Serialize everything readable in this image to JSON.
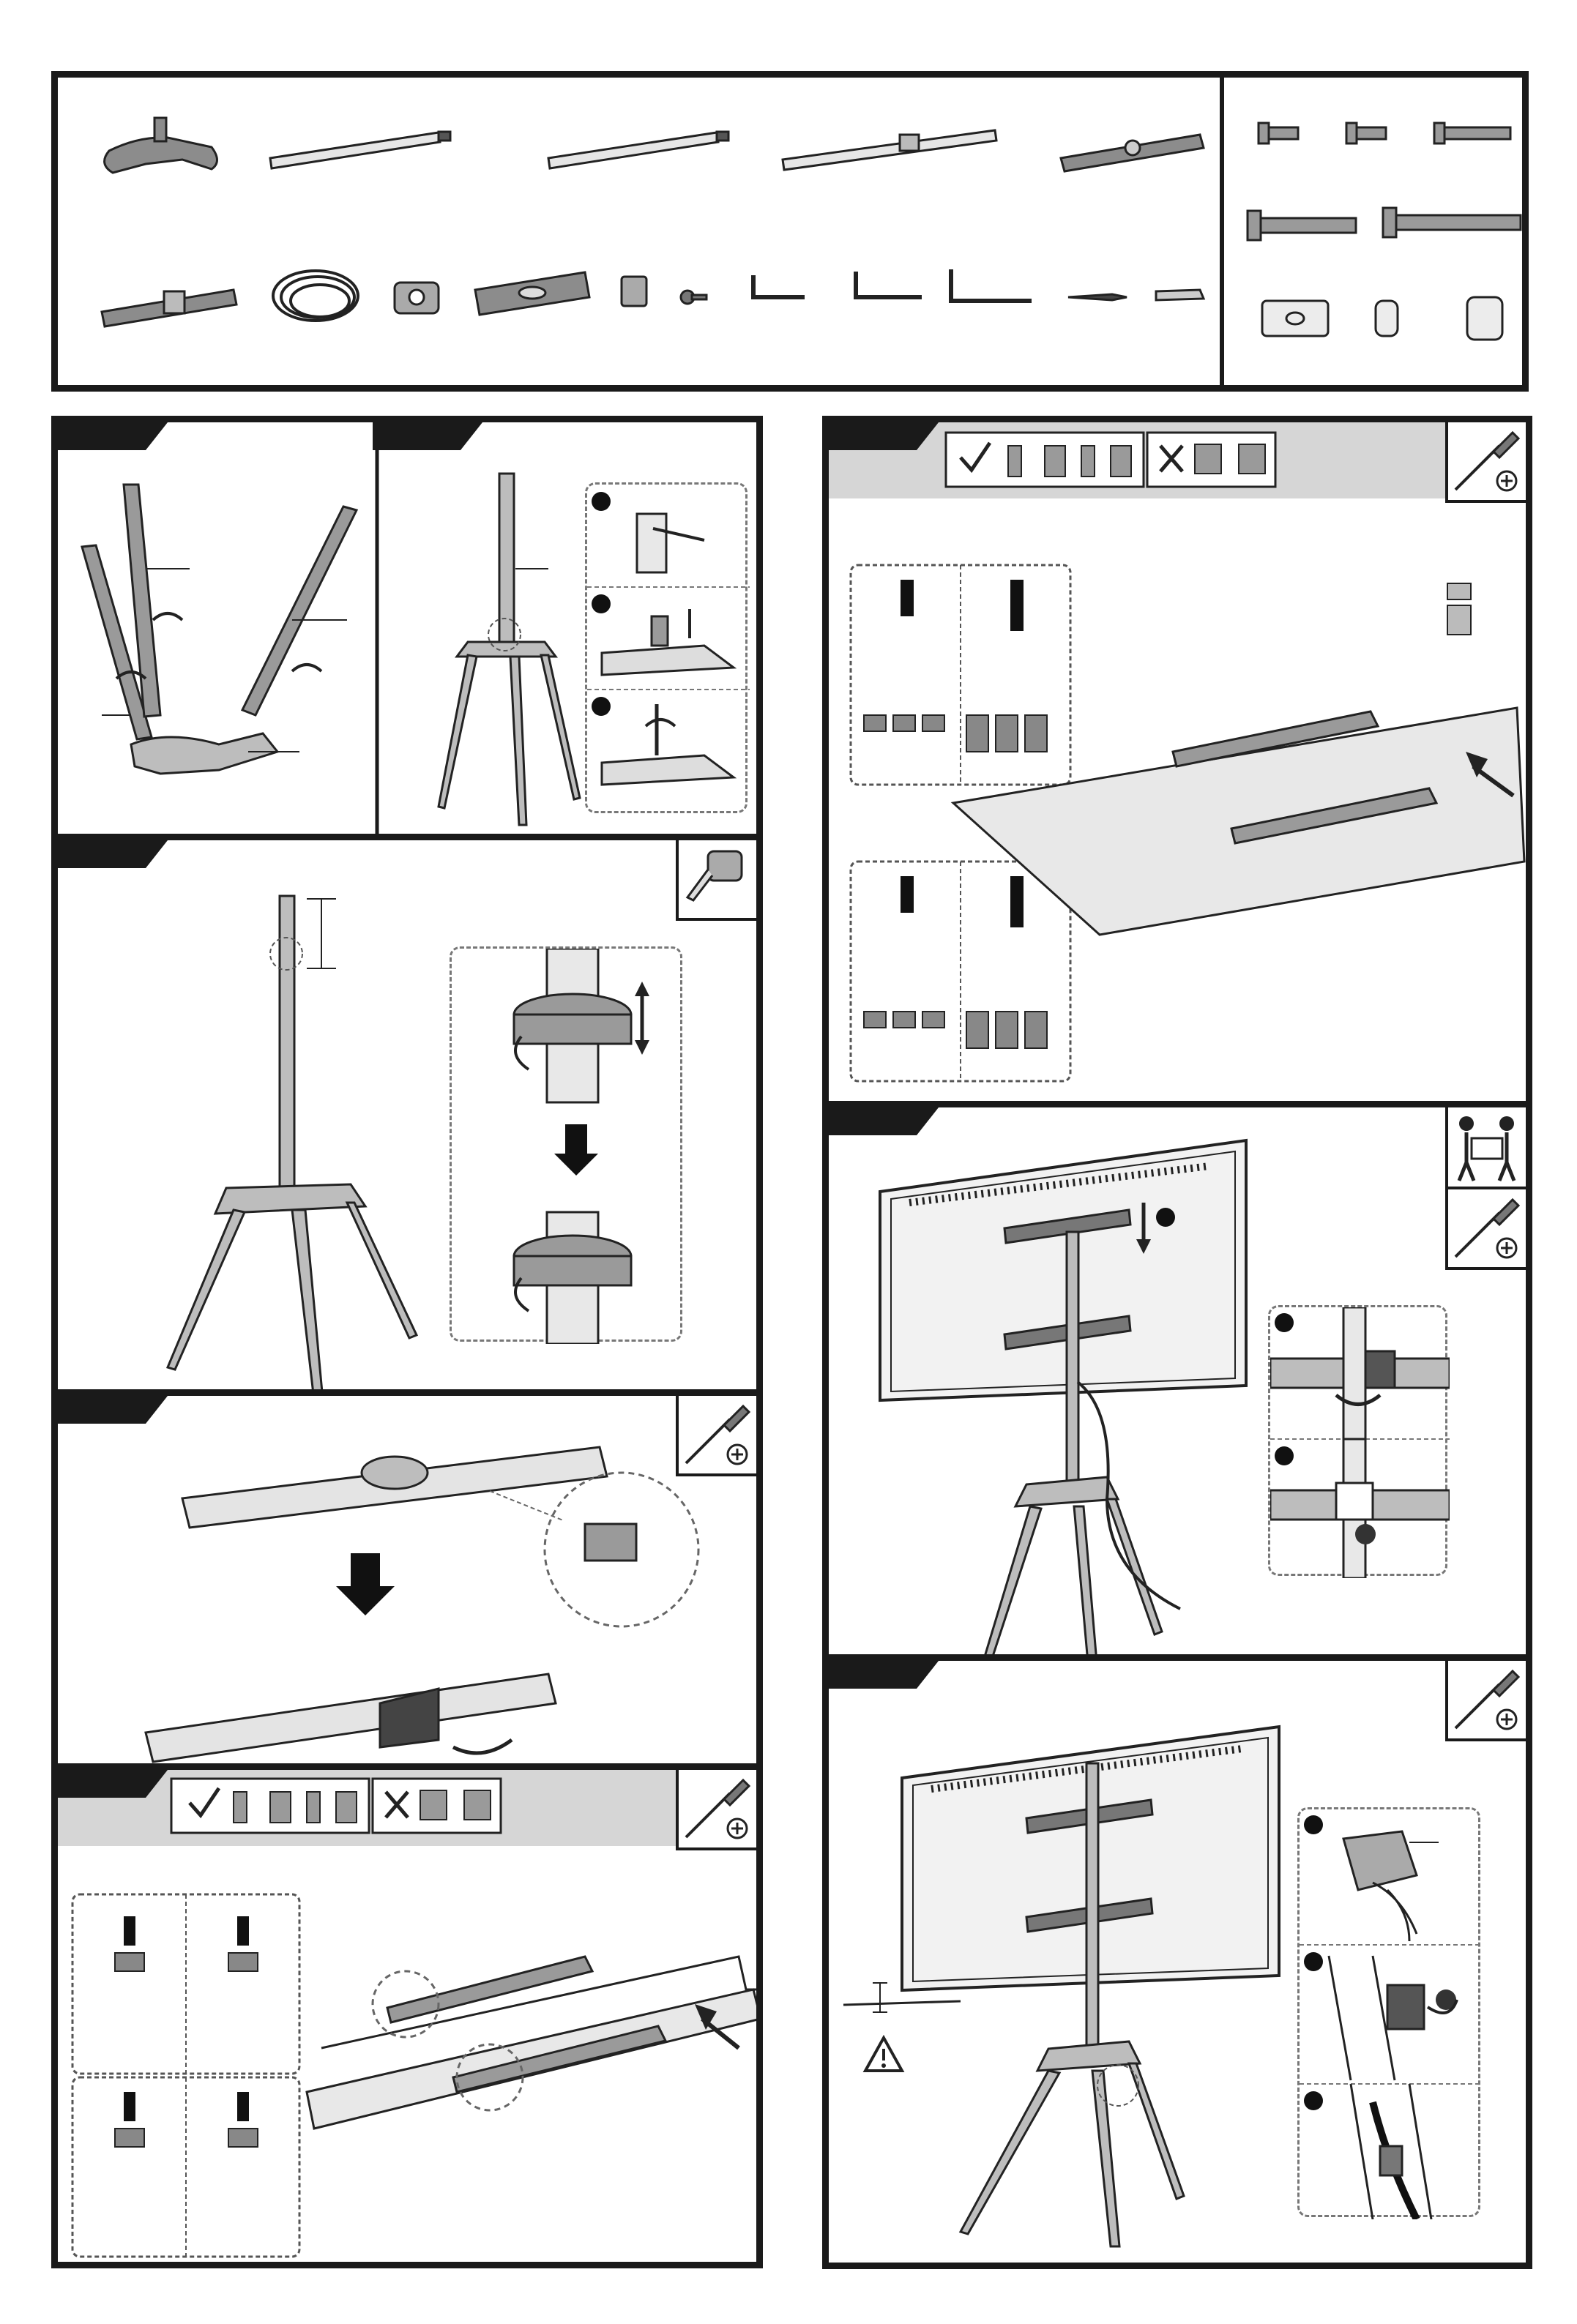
{
  "document": {
    "type": "assembly-instructions",
    "text_labels": [],
    "colors": {
      "ink": "#1a1a1a",
      "band": "#d6d6d6",
      "part_fill": "#9a9a9a",
      "dash": "#777777"
    }
  },
  "parts_list": {
    "rows": 2,
    "hardware_rows": 3
  },
  "steps": [
    {
      "id": "step-legs",
      "icons": []
    },
    {
      "id": "step-pole",
      "detail_markers": 3
    },
    {
      "id": "step-height",
      "icons": [
        "tape-measure-icon"
      ]
    },
    {
      "id": "step-bracket-collar",
      "icons": [
        "screwdriver-icon"
      ]
    },
    {
      "id": "step-tv-brackets-left",
      "icons": [
        "screwdriver-icon",
        "check-icon",
        "cross-icon"
      ]
    },
    {
      "id": "step-tv-brackets-right",
      "icons": [
        "screwdriver-icon",
        "check-icon",
        "cross-icon",
        "spacer-icon"
      ]
    },
    {
      "id": "step-hang-tv",
      "icons": [
        "two-person-lift-icon",
        "screwdriver-icon"
      ],
      "detail_markers": 2
    },
    {
      "id": "step-cable",
      "icons": [
        "screwdriver-icon",
        "warning-icon"
      ],
      "detail_markers": 3
    }
  ]
}
